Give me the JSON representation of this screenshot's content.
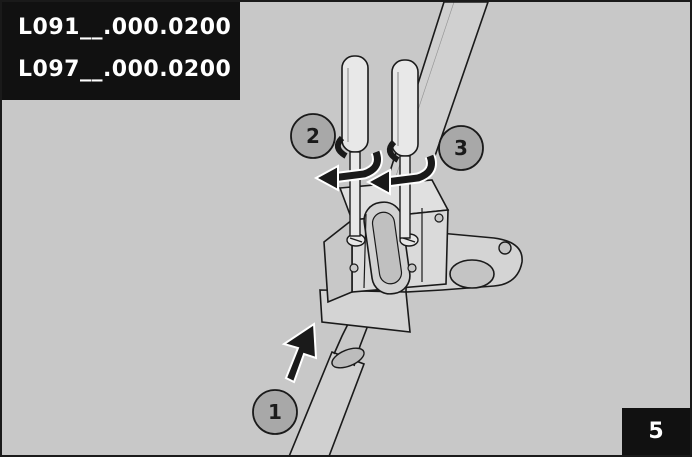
{
  "header": {
    "part_numbers": [
      "L091__.000.0200",
      "L097__.000.0200"
    ]
  },
  "step_number": "5",
  "callouts": [
    "1",
    "2",
    "3"
  ],
  "colors": {
    "background": "#c8c8c8",
    "label_fill": "#111111",
    "label_text": "#ffffff",
    "callout_fill": "#a8a8a8",
    "line_art": "#1a1a1a"
  },
  "icons": [
    "screwdriver-icon",
    "screwdriver-icon",
    "curved-arrow-icon",
    "curved-arrow-icon",
    "push-arrow-icon"
  ]
}
